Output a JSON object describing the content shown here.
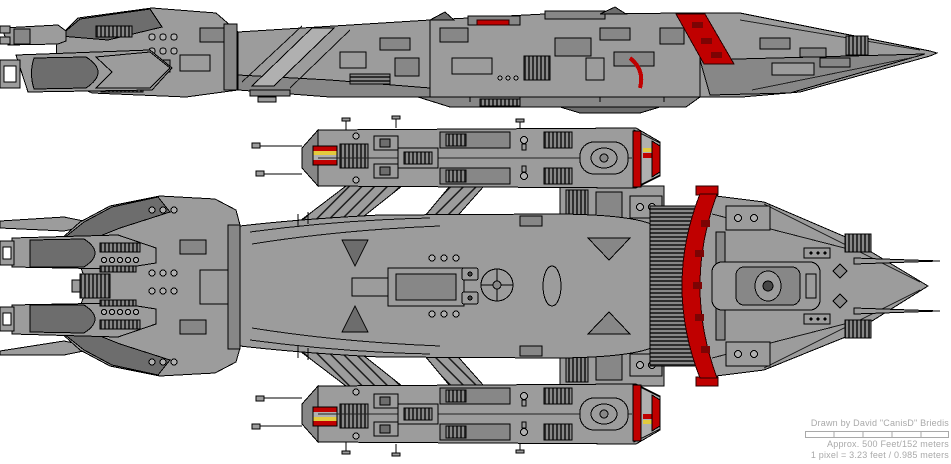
{
  "credits": {
    "artist_line": "Drawn by David \"CanisD\" Briedis",
    "length_line": "Approx. 500 Feet/152 meters",
    "pixel_scale_line": "1 pixel = 3.23 feet / 0.985 meters"
  },
  "scale_bar": {
    "segments": 5
  },
  "ship": {
    "views": [
      "side-profile",
      "top-plan"
    ],
    "features": [
      "forked-alligator-bow",
      "upper-flight-pod",
      "lower-flight-pod",
      "red-stern-chevron",
      "tapered-tail-spike"
    ]
  },
  "colors": {
    "background": "#ffffff",
    "hull": "#9c9c9c",
    "hull_light": "#b0b0b0",
    "hull_mid": "#878787",
    "hull_dark": "#6d6d6d",
    "hull_deep": "#474747",
    "outline": "#000000",
    "red": "#c00000",
    "red_dark": "#7c0404",
    "yellow": "#e3ca3d",
    "text": "#a9a9a9"
  }
}
